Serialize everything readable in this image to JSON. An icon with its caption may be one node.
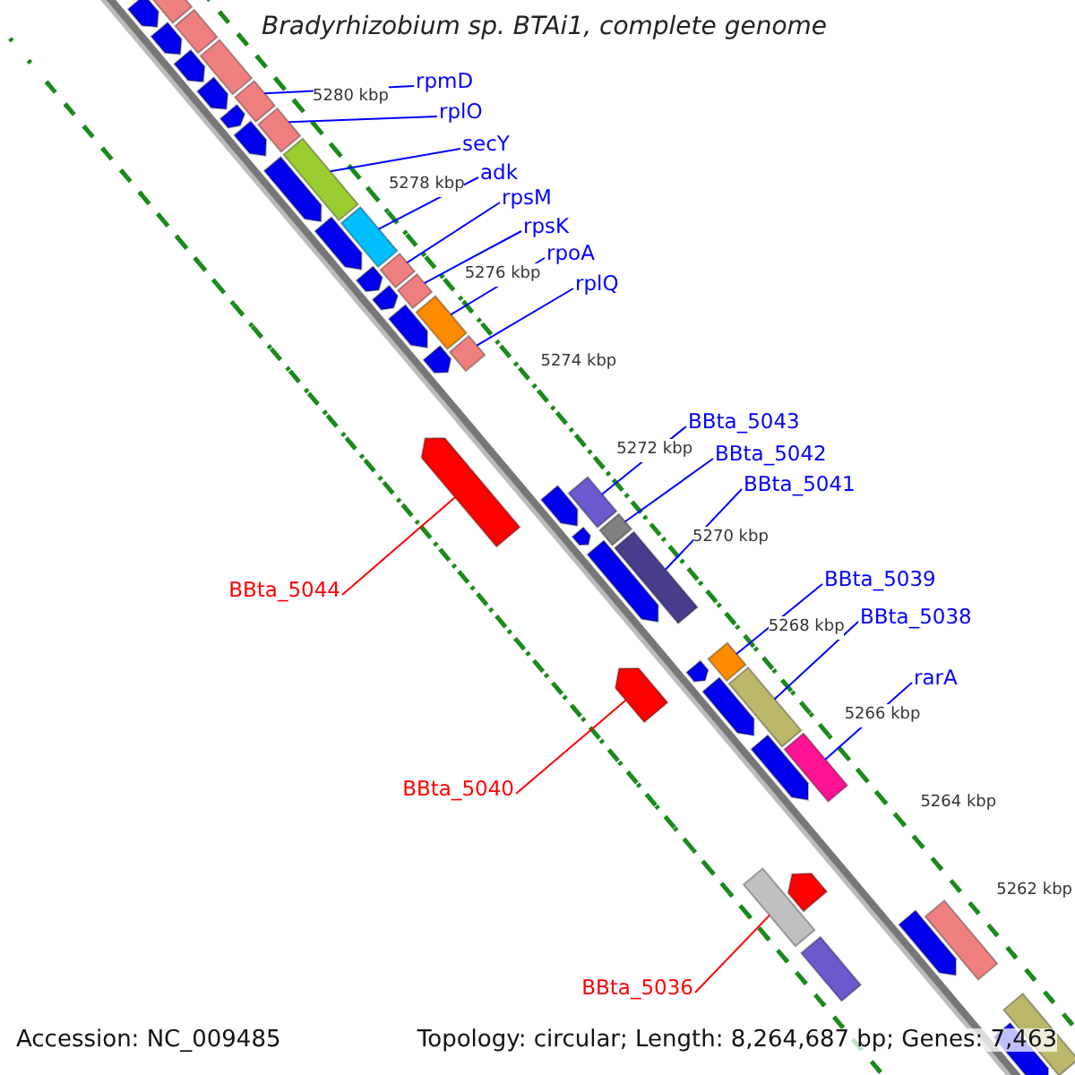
{
  "diagram": {
    "title": "Bradyrhizobium sp. BTAi1, complete genome",
    "nodes": [
      {
        "text": [
          "rpmD"
        ]
      },
      {
        "text": [
          "rplO"
        ]
      },
      {
        "text": [
          "secY"
        ]
      },
      {
        "text": [
          "adk"
        ]
      },
      {
        "text": [
          "rpsM"
        ]
      },
      {
        "text": [
          "rpsK"
        ]
      },
      {
        "text": [
          "rpoA"
        ]
      },
      {
        "text": [
          "rplQ"
        ]
      },
      {
        "text": [
          "BBta_5043"
        ]
      },
      {
        "text": [
          "BBta_5042"
        ]
      },
      {
        "text": [
          "BBta_5041"
        ]
      },
      {
        "text": [
          "BBta_5039"
        ]
      },
      {
        "text": [
          "BBta_5038"
        ]
      },
      {
        "text": [
          "rarA"
        ]
      },
      {
        "text": [
          "BBta_5044"
        ]
      },
      {
        "text": [
          "BBta_5040"
        ]
      },
      {
        "text": [
          "BBta_5036"
        ]
      },
      {
        "text": [],
        "shape": "bar"
      },
      {
        "text": [],
        "shape": "bar"
      },
      {
        "text": [],
        "shape": "bar"
      },
      {
        "text": [],
        "shape": "bar"
      },
      {
        "text": [],
        "shape": "bar"
      },
      {
        "text": [],
        "shape": "bar"
      },
      {
        "text": [],
        "shape": "bar"
      },
      {
        "text": [],
        "shape": "bar"
      },
      {
        "text": [],
        "shape": "bar"
      },
      {
        "text": [],
        "shape": "bar"
      },
      {
        "text": [],
        "shape": "bar"
      },
      {
        "text": [],
        "shape": "bar"
      },
      {
        "text": [],
        "shape": "bar"
      },
      {
        "text": [],
        "shape": "bar"
      },
      {
        "text": [],
        "shape": "arrow"
      },
      {
        "text": [],
        "shape": "arrow"
      },
      {
        "text": [],
        "shape": "bar"
      },
      {
        "text": [],
        "shape": "arrow"
      },
      {
        "text": [],
        "shape": "arrow"
      },
      {
        "text": [],
        "shape": "arrow"
      },
      {
        "text": [],
        "shape": "arrow"
      },
      {
        "text": [],
        "shape": "arrow"
      },
      {
        "text": [],
        "shape": "arrow"
      },
      {
        "text": [],
        "shape": "arrow"
      },
      {
        "text": [],
        "shape": "arrow"
      },
      {
        "text": [],
        "shape": "arrow"
      },
      {
        "text": [],
        "shape": "arrow"
      },
      {
        "text": [],
        "shape": "arrow"
      },
      {
        "text": [],
        "shape": "arrow"
      },
      {
        "text": [],
        "shape": "arrow"
      },
      {
        "text": [],
        "shape": "bar"
      },
      {
        "text": [],
        "shape": "bar"
      },
      {
        "text": [],
        "shape": "bar"
      },
      {
        "text": [],
        "shape": "arrow"
      },
      {
        "text": [],
        "shape": "arrow"
      },
      {
        "text": [],
        "shape": "arrow"
      },
      {
        "text": [],
        "shape": "arrow"
      },
      {
        "text": [],
        "shape": "arrow"
      },
      {
        "text": [],
        "shape": "arrow"
      },
      {
        "text": [],
        "shape": "arrow"
      },
      {
        "text": [],
        "shape": "bar"
      },
      {
        "text": [],
        "shape": "bar"
      },
      {
        "text": [],
        "shape": "arrow"
      },
      {
        "text": [],
        "shape": "arrow"
      },
      {
        "text": [],
        "shape": "bar"
      }
    ],
    "edges": [
      {
        "from": 0,
        "to": 17,
        "arrow": "none"
      },
      {
        "from": 1,
        "to": 18,
        "arrow": "none"
      },
      {
        "from": 2,
        "to": 19,
        "arrow": "none"
      },
      {
        "from": 3,
        "to": 20,
        "arrow": "none"
      },
      {
        "from": 4,
        "to": 21,
        "arrow": "none"
      },
      {
        "from": 5,
        "to": 22,
        "arrow": "none"
      },
      {
        "from": 6,
        "to": 23,
        "arrow": "none"
      },
      {
        "from": 7,
        "to": 24,
        "arrow": "none"
      },
      {
        "from": 8,
        "to": 25,
        "arrow": "none"
      },
      {
        "from": 9,
        "to": 26,
        "arrow": "none"
      },
      {
        "from": 10,
        "to": 27,
        "arrow": "none"
      },
      {
        "from": 11,
        "to": 28,
        "arrow": "none"
      },
      {
        "from": 12,
        "to": 29,
        "arrow": "none"
      },
      {
        "from": 13,
        "to": 30,
        "arrow": "none"
      },
      {
        "from": 14,
        "to": 31,
        "arrow": "none",
        "color": "#ff0000"
      },
      {
        "from": 15,
        "to": 32,
        "arrow": "none",
        "color": "#ff0000"
      },
      {
        "from": 16,
        "to": 33,
        "arrow": "none",
        "color": "#ff0000"
      }
    ],
    "labels": [
      "5280 kbp",
      "5278 kbp",
      "5276 kbp",
      "5274 kbp",
      "5272 kbp",
      "5270 kbp",
      "5268 kbp",
      "5266 kbp",
      "5264 kbp",
      "5262 kbp",
      "Accession: NC_009485",
      "Topology: circular; Length: 8,264,687 bp; Genes: 7,463"
    ]
  }
}
